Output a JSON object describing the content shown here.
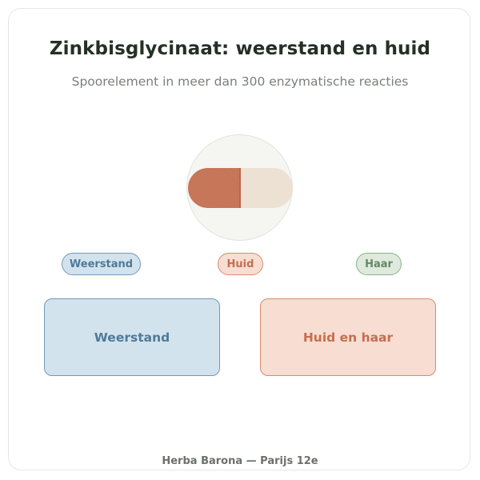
{
  "title": "Zinkbisglycinaat: weerstand en huid",
  "subtitle": "Spoorelement in meer dan 300 enzymatische reacties",
  "pills": {
    "weerstand": "Weerstand",
    "huid": "Huid",
    "haar": "Haar"
  },
  "boxes": {
    "weerstand": "Weerstand",
    "huid_haar": "Huid en haar"
  },
  "footer": "Herba Barona — Parijs 12e",
  "colors": {
    "title": "#243026",
    "subtitle": "#7a7f7b",
    "capsule_left": "#c9785a",
    "capsule_right": "#ece1d3",
    "blue_fill": "#d3e3ee",
    "blue_border": "#6f99b8",
    "orange_fill": "#f7ddd2",
    "orange_border": "#d78c70",
    "green_fill": "#dfe9dd",
    "green_border": "#8ab08c"
  },
  "icons": {
    "hero": "capsule-icon"
  }
}
